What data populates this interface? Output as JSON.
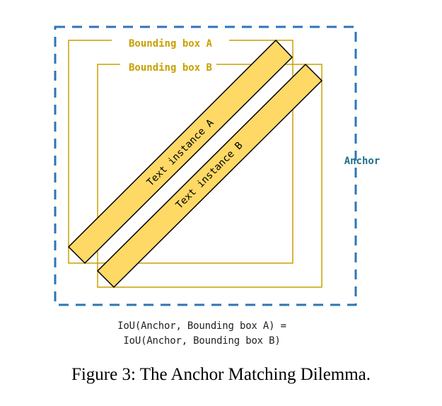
{
  "diagram": {
    "anchor_label": "Anchor",
    "bbox_a_label": "Bounding box A",
    "bbox_b_label": "Bounding box B",
    "text_instance_a": "Text instance A",
    "text_instance_b": "Text instance B",
    "iou_line_1": "IoU(Anchor, Bounding box A) =",
    "iou_line_2": "IoU(Anchor, Bounding box B)"
  },
  "caption": "Figure 3: The Anchor Matching Dilemma.",
  "colors": {
    "anchor": "#2e75b6",
    "bbox": "#c9a000",
    "text_fill": "#ffd966",
    "anchor_label": "#1f6f8b"
  }
}
